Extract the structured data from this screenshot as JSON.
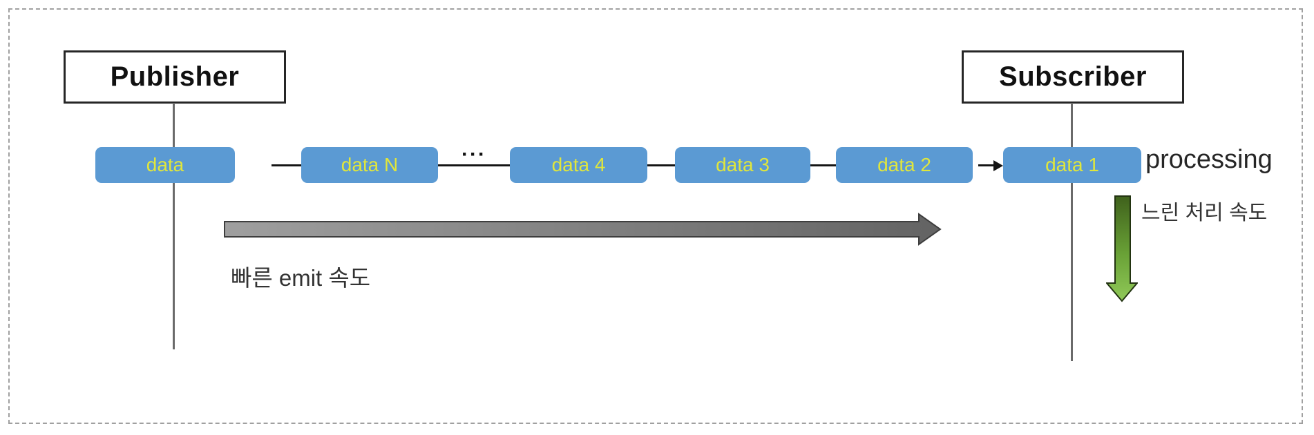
{
  "canvas": {
    "background": "#ffffff"
  },
  "nodes": {
    "publisher": "Publisher",
    "subscriber": "Subscriber"
  },
  "queue": {
    "boxes": [
      "data",
      "data N",
      "data 4",
      "data 3",
      "data 2",
      "data 1"
    ],
    "ellipsis": "···"
  },
  "annotations": {
    "processing": "processing",
    "emit_speed": "빠른 emit 속도",
    "processing_speed": "느린 처리 속도"
  },
  "colors": {
    "canvas_border": "#a0a0a0",
    "node_border": "#262626",
    "lifeline": "#6a6a6a",
    "connector": "#151515",
    "box_fill": "#5b9ad3",
    "box_text": "#e0e63c",
    "gray_arrow_light": "#9f9f9f",
    "gray_arrow_dark": "#636363",
    "gray_arrow_stroke": "#3e3e3e",
    "green_arrow_dark": "#3f611c",
    "green_arrow_mid": "#69a136",
    "green_arrow_light": "#90c958",
    "green_arrow_stroke": "#223311",
    "label_text": "#333333"
  }
}
